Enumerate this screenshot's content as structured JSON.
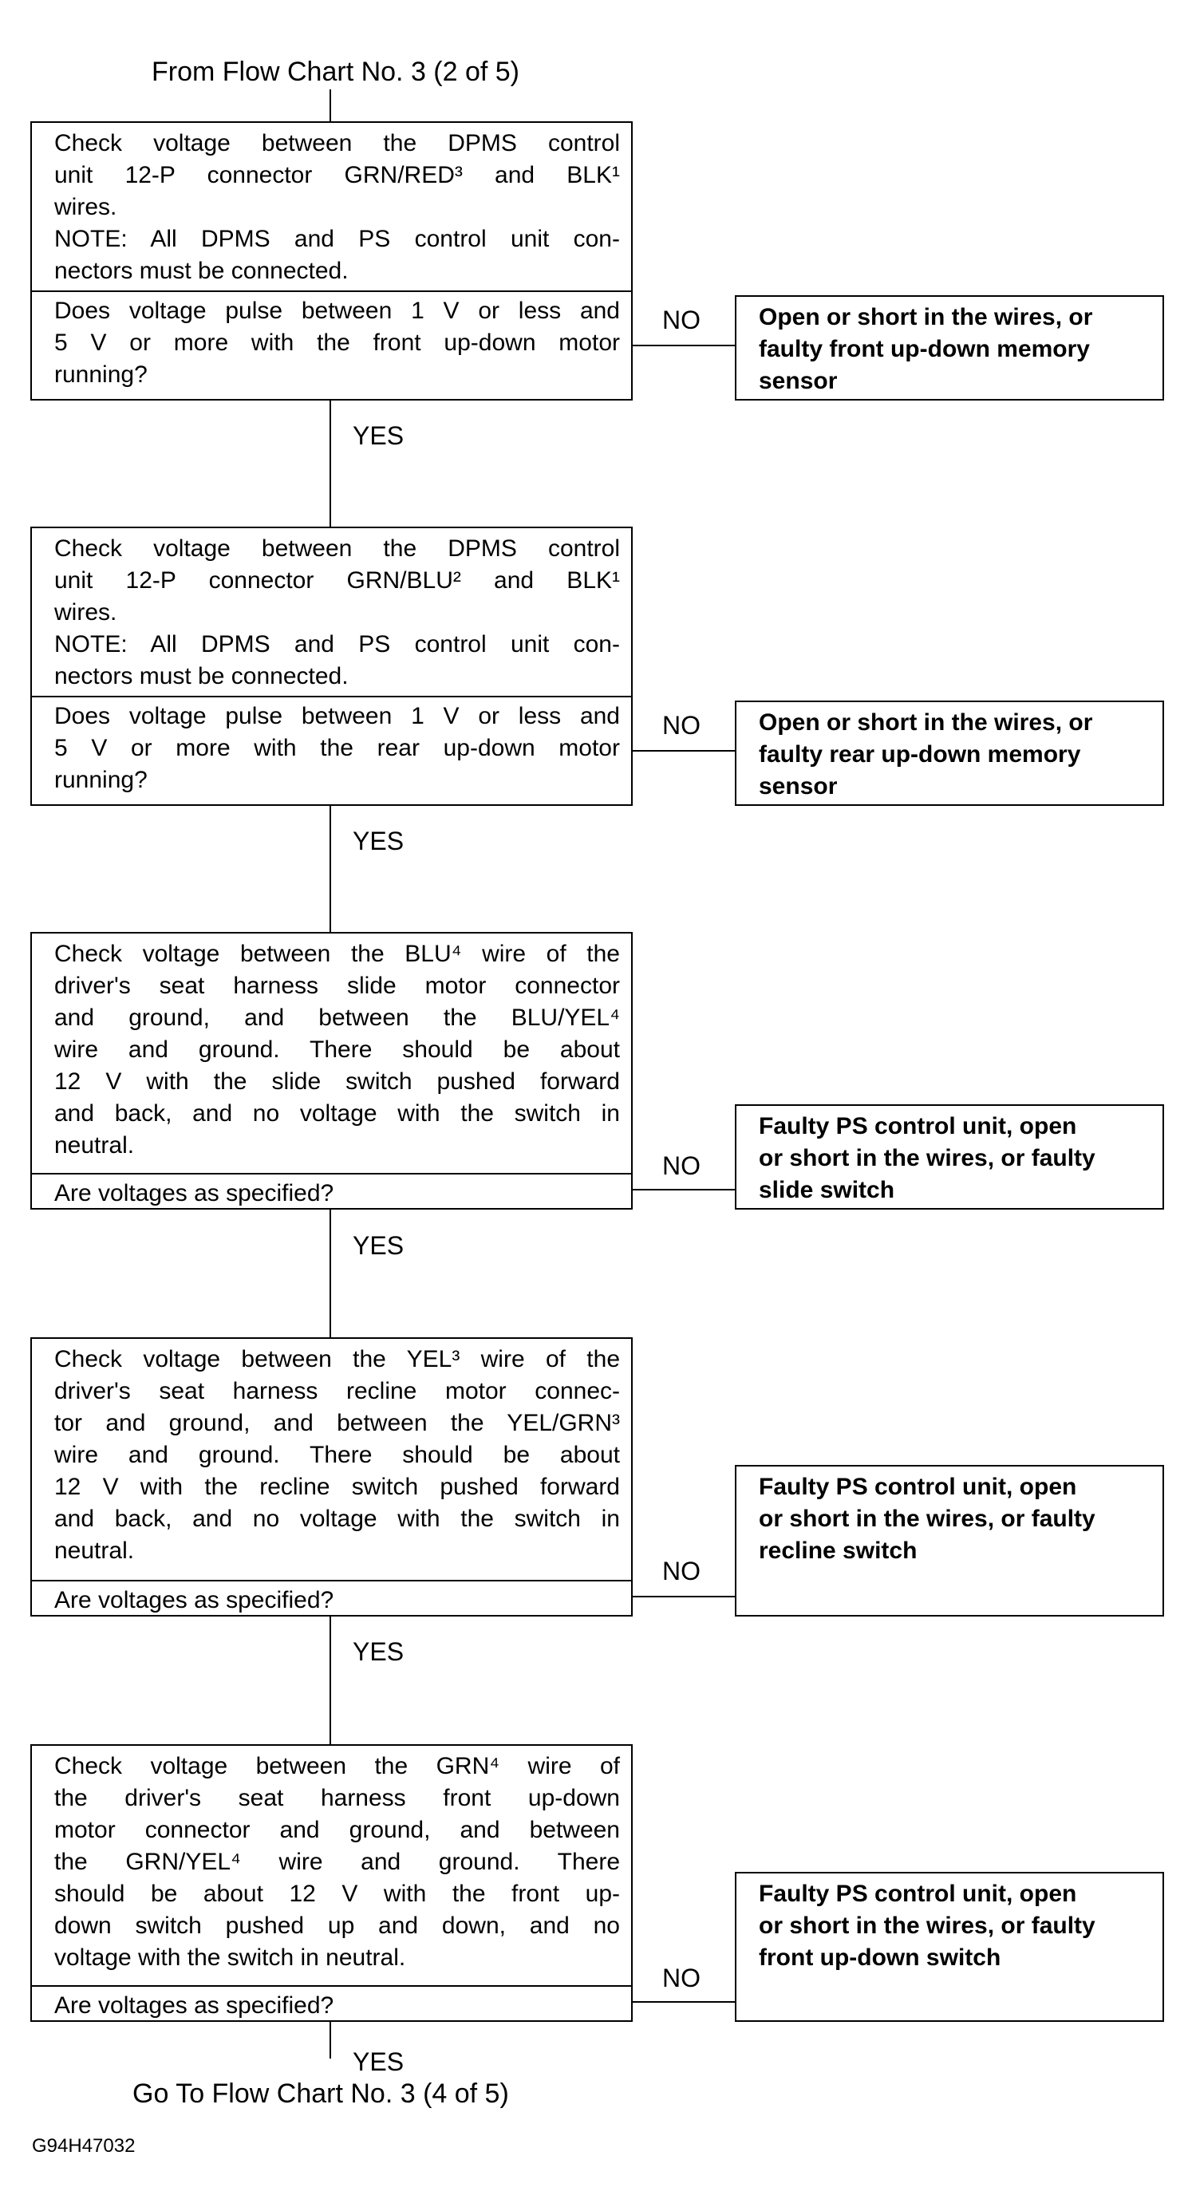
{
  "from_label": "From Flow Chart No. 3 (2 of 5)",
  "to_label": "Go To Flow Chart No. 3 (4 of 5)",
  "figure_code": "G94H47032",
  "yes": "YES",
  "no": "NO",
  "steps": [
    {
      "check": [
        "Check voltage between the DPMS control",
        "unit 12-P connector GRN/RED³ and BLK¹",
        "wires.",
        "NOTE: All DPMS and PS control unit con-",
        "nectors must be connected."
      ],
      "question": [
        "Does voltage pulse between 1 V or less and",
        "5 V or more with the front up-down motor",
        "running?"
      ],
      "result": [
        "Open or short in the wires, or",
        "faulty front up-down memory",
        "sensor"
      ]
    },
    {
      "check": [
        "Check voltage between the DPMS control",
        "unit 12-P connector GRN/BLU² and BLK¹",
        "wires.",
        "NOTE: All DPMS and PS control unit con-",
        "nectors must be connected."
      ],
      "question": [
        "Does voltage pulse between 1 V or less and",
        "5 V or more with the rear up-down motor",
        "running?"
      ],
      "result": [
        "Open or short in the wires, or",
        "faulty rear up-down memory",
        "sensor"
      ]
    },
    {
      "check": [
        "Check voltage between the BLU⁴ wire of the",
        "driver's seat harness slide motor connector",
        "and ground, and between the BLU/YEL⁴",
        "wire and ground. There should be about",
        "12 V with the slide switch pushed forward",
        "and back, and no voltage with the switch in",
        "neutral."
      ],
      "question": [
        "Are voltages as specified?"
      ],
      "result": [
        "Faulty PS control unit, open",
        "or short in the wires, or faulty",
        "slide switch"
      ]
    },
    {
      "check": [
        "Check voltage between the YEL³ wire of the",
        "driver's seat harness recline motor connec-",
        "tor and ground, and between the YEL/GRN³",
        "wire and ground. There should be about",
        "12 V with the recline switch pushed forward",
        "and back, and no voltage with the switch in",
        "neutral."
      ],
      "question": [
        "Are voltages as specified?"
      ],
      "result": [
        "Faulty PS control unit, open",
        "or short in the wires, or faulty",
        "recline  switch"
      ]
    },
    {
      "check": [
        "Check voltage between the GRN⁴ wire of",
        "the driver's seat harness front up-down",
        "motor connector and ground, and between",
        "the GRN/YEL⁴ wire and ground. There",
        "should be about 12 V with the front up-",
        "down switch pushed up and down, and no",
        "voltage with the switch in neutral."
      ],
      "question": [
        "Are voltages as specified?"
      ],
      "result": [
        "Faulty PS control unit, open",
        "or short in the wires, or faulty",
        "front up-down switch"
      ]
    }
  ]
}
